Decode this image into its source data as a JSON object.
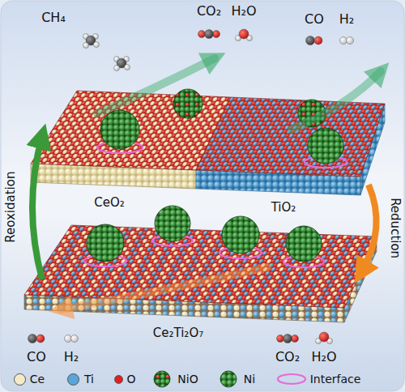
{
  "diagram": {
    "labels": [
      "CH₄",
      "CO₂",
      "H₂O",
      "CO",
      "H₂",
      "CeO₂",
      "TiO₂",
      "Reoxidation",
      "Reduction",
      "CO",
      "H₂",
      "Ce₂Ti₂O₇",
      "CO₂",
      "H₂O"
    ],
    "legend": [
      {
        "text": "Ce",
        "color": "#f2ebc6"
      },
      {
        "text": "Ti",
        "color": "#5aa6d8"
      },
      {
        "text": "O",
        "color": "#e02020"
      },
      {
        "text": "NiO"
      },
      {
        "text": "Ni"
      },
      {
        "text": "Interface"
      }
    ]
  }
}
